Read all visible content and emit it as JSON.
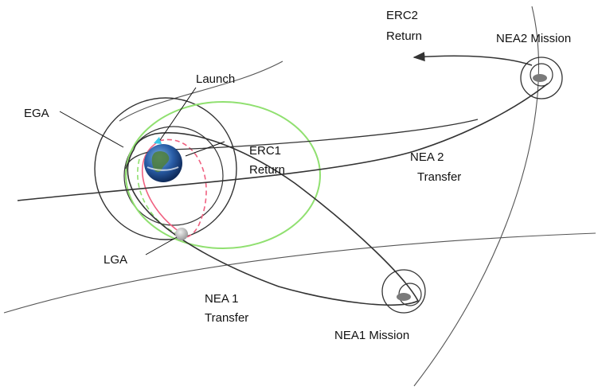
{
  "labels": {
    "erc2_line1": "ERC2",
    "erc2_line2": "Return",
    "nea2_mission": "NEA2 Mission",
    "launch": "Launch",
    "ega": "EGA",
    "erc1_line1": "ERC1",
    "erc1_line2": "Return",
    "nea2_transfer_line1": "NEA 2",
    "nea2_transfer_line2": "Transfer",
    "lga": "LGA",
    "nea1_transfer_line1": "NEA 1",
    "nea1_transfer_line2": "Transfer",
    "nea1_mission": "NEA1 Mission"
  },
  "colors": {
    "trajectory": "#333333",
    "erc1_return": "#90e070",
    "lunar_path": "#f06080",
    "launch_marker": "#39c6e6",
    "earth_ocean": "#2a5ea8",
    "moon": "#c8c8c8"
  }
}
